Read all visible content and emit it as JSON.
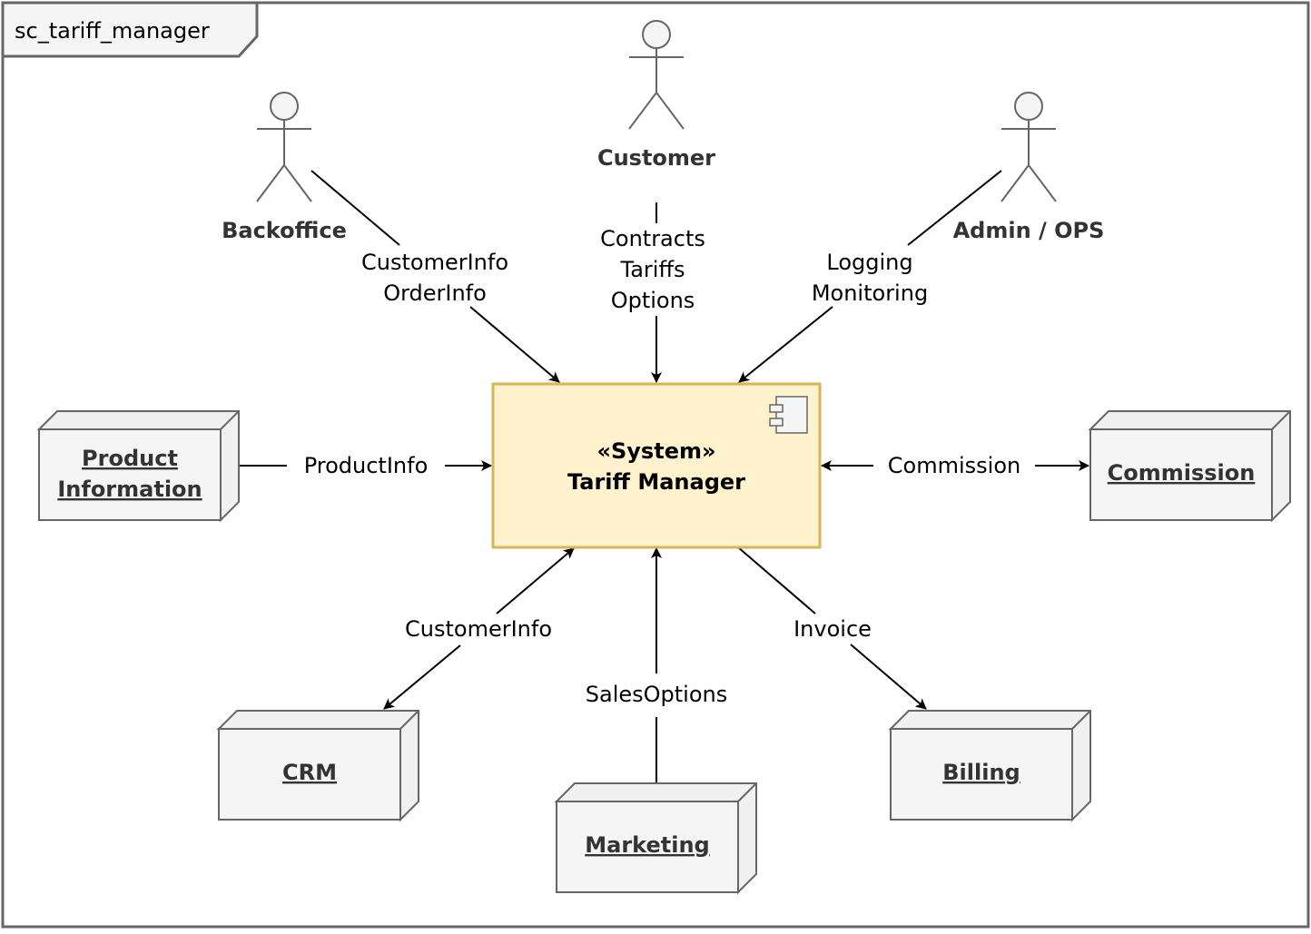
{
  "frame": {
    "title": "sc_tariff_manager"
  },
  "system": {
    "stereotype": "«System»",
    "name": "Tariff Manager"
  },
  "actors": {
    "customer": "Customer",
    "backoffice": "Backoffice",
    "admin": "Admin / OPS"
  },
  "nodes": {
    "product_information": [
      "Product",
      "Information"
    ],
    "commission": "Commission",
    "crm": "CRM",
    "marketing": "Marketing",
    "billing": "Billing"
  },
  "edges": {
    "backoffice": [
      "CustomerInfo",
      "OrderInfo"
    ],
    "customer": [
      "Contracts",
      "Tariffs",
      "Options"
    ],
    "admin": [
      "Logging",
      "Monitoring"
    ],
    "product": "ProductInfo",
    "commission": "Commission",
    "crm": "CustomerInfo",
    "marketing": "SalesOptions",
    "billing": "Invoice"
  },
  "colors": {
    "system_fill": "#FFF2CC",
    "system_border": "#D6B656",
    "node_fill": "#F5F5F5",
    "node_border": "#666666",
    "frame_border": "#666666"
  }
}
